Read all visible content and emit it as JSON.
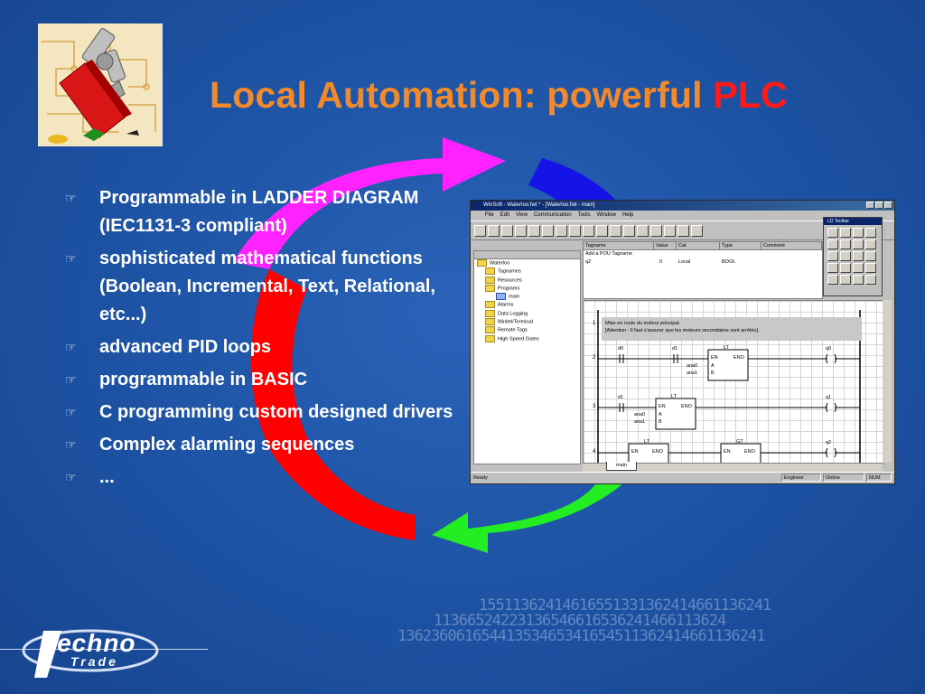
{
  "slide": {
    "title": "Local Automation: powerful ",
    "title_accent": "PLC",
    "colors": {
      "title": "#f08a2c",
      "title_accent": "#ff1a1a",
      "background": "#1e54a6",
      "bullet_text": "#ffffff"
    }
  },
  "bullets": [
    {
      "icon": "pointing-hand-icon",
      "text": "Programmable in LADDER DIAGRAM (IEC1131-3 compliant)"
    },
    {
      "icon": "pointing-hand-icon",
      "text": "sophisticated mathematical functions (Boolean, Incremental, Text, Relational, etc...)"
    },
    {
      "icon": "pointing-hand-icon",
      "text": "advanced PID loops"
    },
    {
      "icon": "pointing-hand-icon",
      "text": "programmable in BASIC"
    },
    {
      "icon": "pointing-hand-icon",
      "text": "C programming custom designed drivers"
    },
    {
      "icon": "pointing-hand-icon",
      "text": "Complex alarming sequences"
    },
    {
      "icon": "pointing-hand-icon",
      "text": "..."
    }
  ],
  "bullet_mark": "☞",
  "cycle_arrows": {
    "colors": [
      "#ff22ff",
      "#1414e6",
      "#22ee22",
      "#ff0000"
    ]
  },
  "screenshot": {
    "window_title": "WinSoft - Waterloo.fwt * - [Waterloo.fwt - main]",
    "menu": [
      "File",
      "Edit",
      "View",
      "Communication",
      "Tools",
      "Window",
      "Help"
    ],
    "tree": [
      "Waterloo",
      "Tagnames",
      "Resources",
      "Programs",
      "main",
      "Alarms",
      "Data Logging",
      "Minitel/Terminal",
      "Remote Tags",
      "High Speed Gates"
    ],
    "tag_columns": [
      "Tagname",
      "Value",
      "Cat",
      "Type",
      "Comment"
    ],
    "tag_rows": [
      {
        "name": "Add a POU Tagname",
        "value": "",
        "cat": "",
        "type": ""
      },
      {
        "name": "q2",
        "value": "0",
        "cat": "Local",
        "type": "BOOL"
      }
    ],
    "rung_numbers": [
      "1",
      "2",
      "3",
      "4"
    ],
    "rung_comment_1": "Mise en route du moteur principal.",
    "rung_comment_2": "[Attention : Il faut s'assurer que les moteurs secondaires sont arrêtés].",
    "ladder_labels": {
      "d0": "d0",
      "d1": "d1",
      "d1b": "d1",
      "lt": "LT",
      "lt2": "LT",
      "lt3": "LT",
      "gt": "GT",
      "en": "EN",
      "eno": "ENO",
      "ana0": "ana0",
      "ana1": "ana1",
      "a": "A",
      "b": "B",
      "q0": "q0",
      "q1": "q1",
      "q2": "q2",
      "q1b": "q1"
    },
    "ld_toolbar_title": "LD Toolbar",
    "sheet_tab": "main",
    "status": {
      "ready": "Ready",
      "mode": "Engineer",
      "online": "Online",
      "num": "NUM"
    }
  },
  "footer": {
    "logo_main": "Techno",
    "logo_sub": "Trade",
    "digits_line_1": "15511362414616551331362414661136241",
    "digits_line_2": "11366524223136546616536241466113624",
    "digits_line_3": "13623606165441353465341654511362414661136241"
  }
}
